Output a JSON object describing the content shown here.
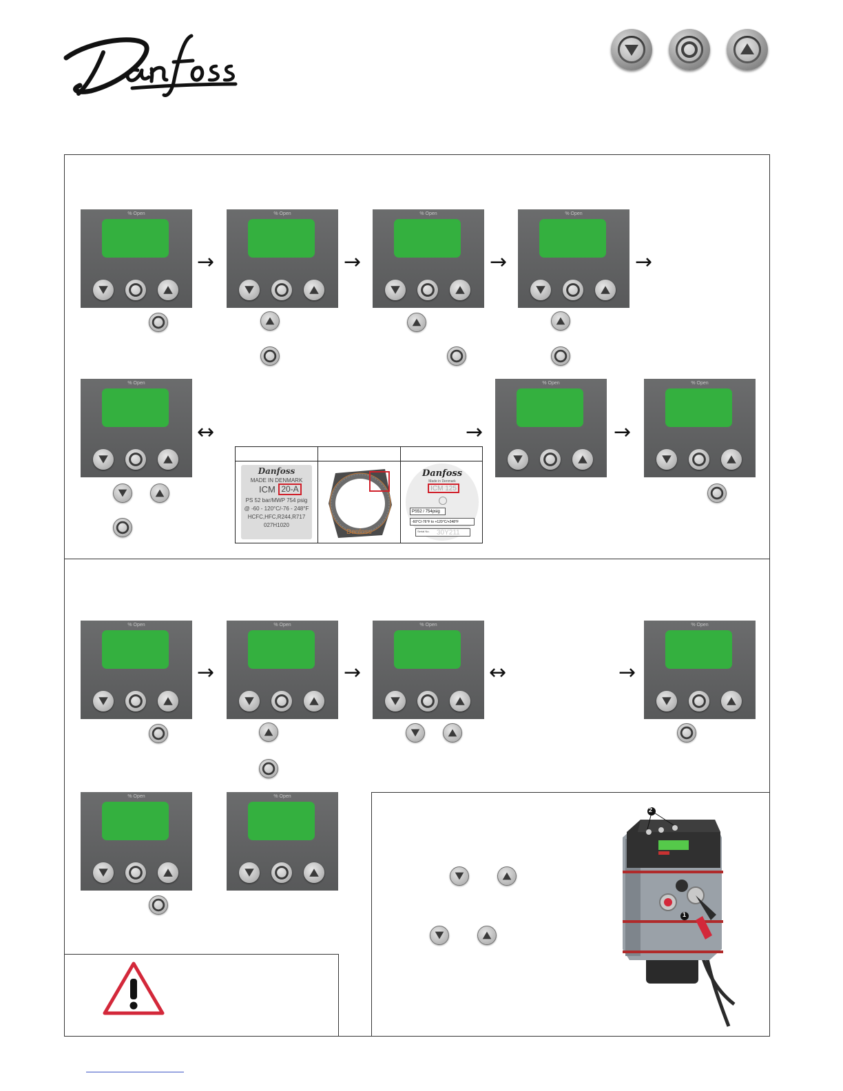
{
  "brand": {
    "logo_text": "Danfoss",
    "logo_color": "#111111"
  },
  "header_buttons": [
    {
      "icon": "down-icon"
    },
    {
      "icon": "enter-icon"
    },
    {
      "icon": "up-icon"
    }
  ],
  "panel": {
    "label": "% Open",
    "screen_color": "#34b03f",
    "body_color": "#5e5f60"
  },
  "labels_table": {
    "label1": {
      "logo": "Danfoss",
      "line1": "MADE IN DENMARK",
      "model_prefix": "ICM",
      "model_highlight": "20-A",
      "line3": "PS 52 bar/MWP 754 psig",
      "line4": "@ -60 - 120°C/-76 - 248°F",
      "line5": "HCFC,HFC,R244,R717",
      "line6": "027H1020"
    },
    "label2": {
      "logo": "Danfoss"
    },
    "label3": {
      "logo": "Danfoss",
      "sub": "Made in Denmark",
      "model_highlight": "ICM 125",
      "field1": "PS52 / 754psig",
      "field2": "-60°C/-76°F to +120°C/+248°F",
      "field3_label": "Serial No.",
      "field3_value": "30Y211"
    },
    "highlight_color": "#d0202a"
  },
  "device_callouts": {
    "one": "1",
    "two": "2"
  },
  "colors": {
    "accent_red": "#d0202a",
    "link_blue": "#3b52c4",
    "warning_red": "#d3283a"
  }
}
